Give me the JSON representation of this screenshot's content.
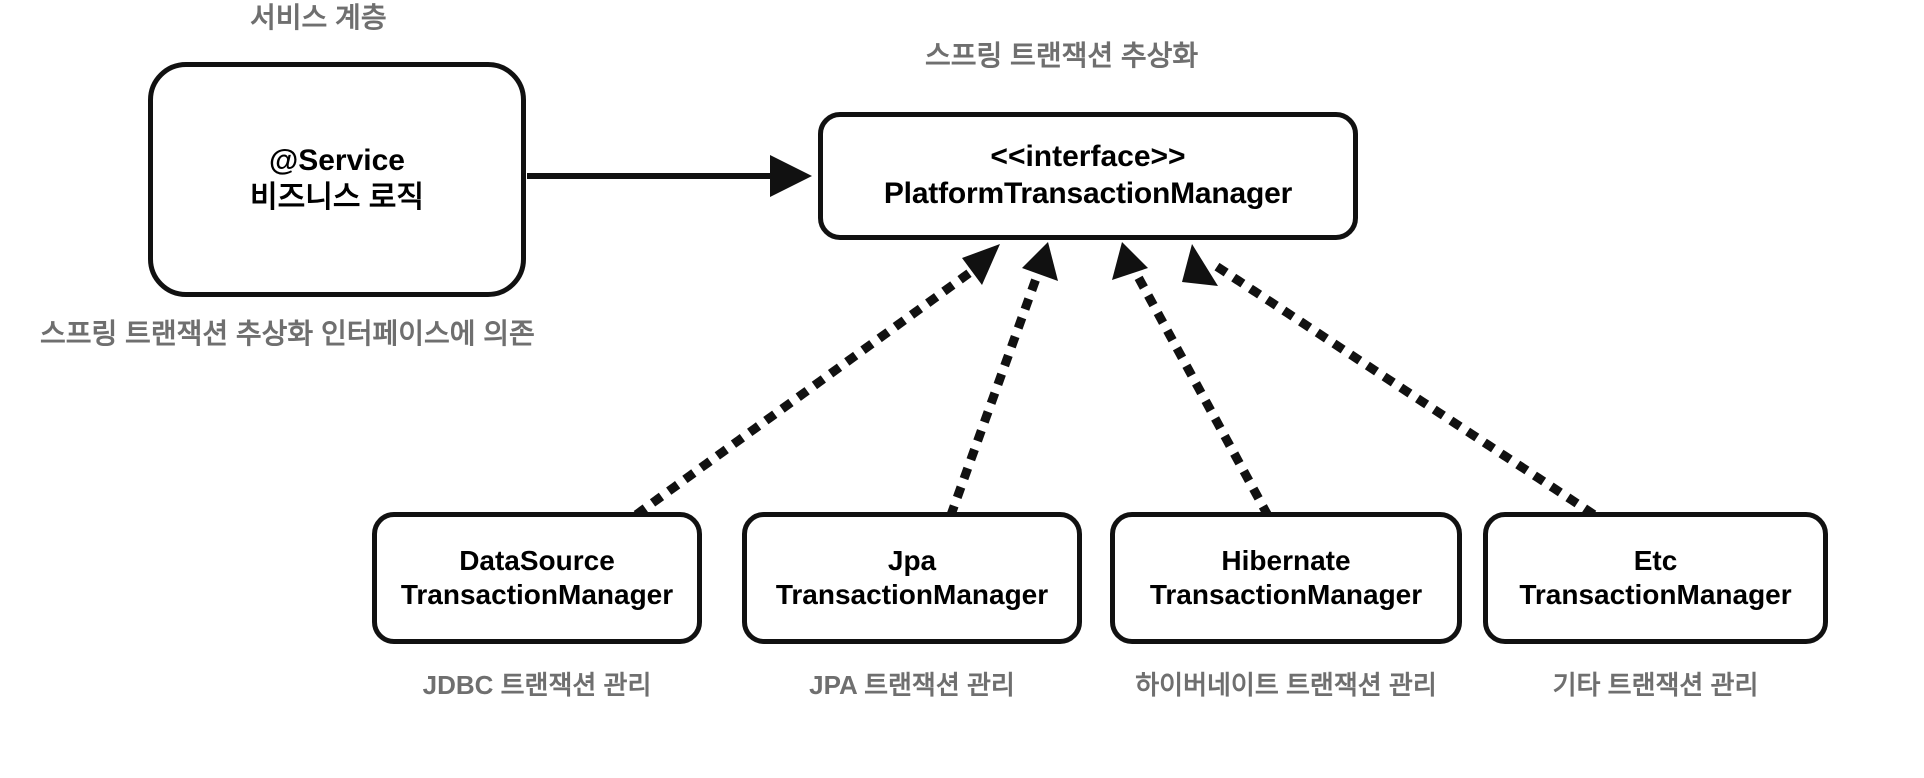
{
  "diagram": {
    "title": "스프링 트랜잭션 추상화",
    "annotations": {
      "service_layer": "서비스 계층",
      "spring_abstraction": "스프링 트랜잭션 추상화",
      "depends_on_interface": "스프링 트랜잭션 추상화 인터페이스에 의존"
    },
    "service_node": {
      "line1": "@Service",
      "line2": "비즈니스 로직"
    },
    "interface_node": {
      "line1": "<<interface>>",
      "line2": "PlatformTransactionManager"
    },
    "implementations": [
      {
        "line1": "DataSource",
        "line2": "TransactionManager",
        "caption": "JDBC 트랜잭션 관리"
      },
      {
        "line1": "Jpa",
        "line2": "TransactionManager",
        "caption": "JPA 트랜잭션 관리"
      },
      {
        "line1": "Hibernate",
        "line2": "TransactionManager",
        "caption": "하이버네이트 트랜잭션 관리"
      },
      {
        "line1": "Etc",
        "line2": "TransactionManager",
        "caption": "기타 트랜잭션 관리"
      }
    ],
    "colors": {
      "stroke": "#111111",
      "annotation": "#6f6f6f",
      "background": "#ffffff"
    }
  }
}
